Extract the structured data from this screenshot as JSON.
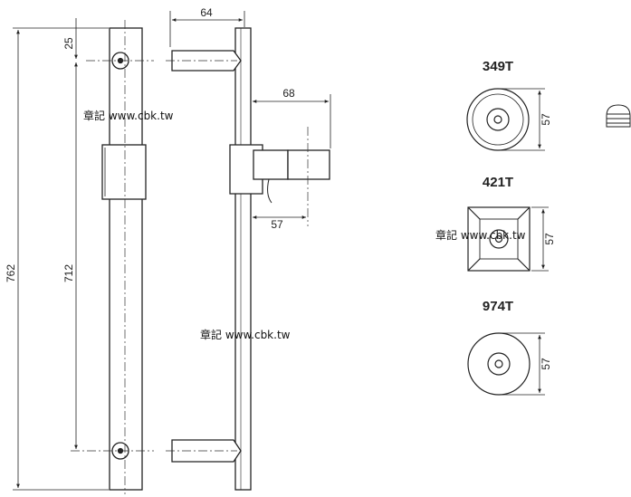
{
  "dimensions": {
    "total_height": "762",
    "hole_spacing": "712",
    "end_offset": "25",
    "standoff": "64",
    "knob_projection": "68",
    "knob_offset": "57"
  },
  "rosettes": [
    {
      "model": "349T",
      "size": "57"
    },
    {
      "model": "421T",
      "size": "57"
    },
    {
      "model": "974T",
      "size": "57"
    }
  ],
  "watermark": "章記 www.cbk.tw"
}
